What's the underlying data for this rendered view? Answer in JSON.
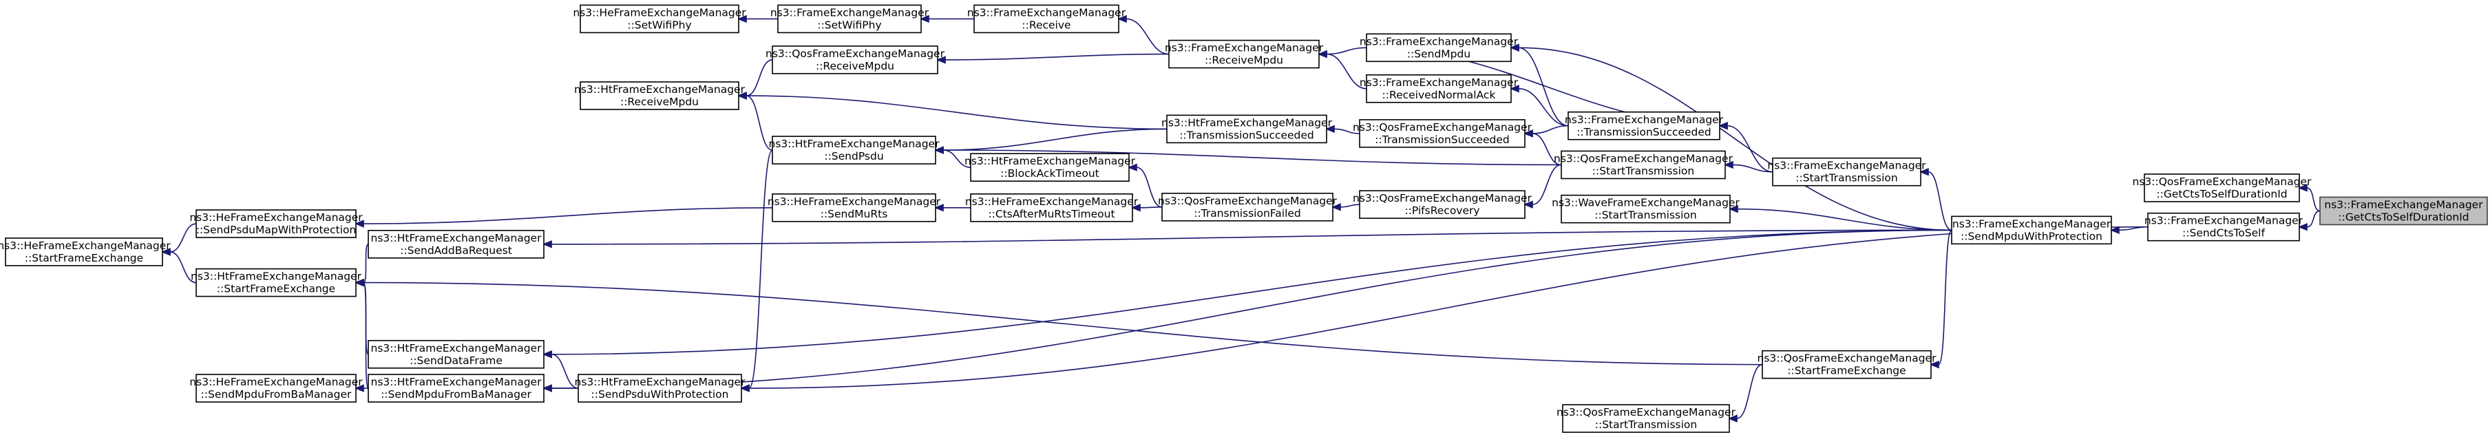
{
  "graph": {
    "type": "caller-graph",
    "colors": {
      "edge": "#191970",
      "node_border": "#000000",
      "highlight_fill": "#bfbfbf"
    },
    "nodes": [
      {
        "id": "root",
        "line1": "ns3::FrameExchangeManager",
        "line2": "::GetCtsToSelfDurationId",
        "highlight": true
      },
      {
        "id": "qosgetcts",
        "line1": "ns3::QosFrameExchangeManager",
        "line2": "::GetCtsToSelfDurationId"
      },
      {
        "id": "sendcts",
        "line1": "ns3::FrameExchangeManager",
        "line2": "::SendCtsToSelf"
      },
      {
        "id": "sendmpduwp",
        "line1": "ns3::FrameExchangeManager",
        "line2": "::SendMpduWithProtection"
      },
      {
        "id": "starttx",
        "line1": "ns3::FrameExchangeManager",
        "line2": "::StartTransmission"
      },
      {
        "id": "qosstartfe",
        "line1": "ns3::QosFrameExchangeManager",
        "line2": "::StartFrameExchange"
      },
      {
        "id": "qosstarttx2",
        "line1": "ns3::QosFrameExchangeManager",
        "line2": "::StartTransmission"
      },
      {
        "id": "txsucc",
        "line1": "ns3::FrameExchangeManager",
        "line2": "::TransmissionSucceeded"
      },
      {
        "id": "qosstarttx",
        "line1": "ns3::QosFrameExchangeManager",
        "line2": "::StartTransmission"
      },
      {
        "id": "wavestarttx",
        "line1": "ns3::WaveFrameExchangeManager",
        "line2": "::StartTransmission"
      },
      {
        "id": "sendmpdu",
        "line1": "ns3::FrameExchangeManager",
        "line2": "::SendMpdu"
      },
      {
        "id": "recvnormalack",
        "line1": "ns3::FrameExchangeManager",
        "line2": "::ReceivedNormalAck"
      },
      {
        "id": "qostxsucc",
        "line1": "ns3::QosFrameExchangeManager",
        "line2": "::TransmissionSucceeded"
      },
      {
        "id": "pifs",
        "line1": "ns3::QosFrameExchangeManager",
        "line2": "::PifsRecovery"
      },
      {
        "id": "recvmpdu",
        "line1": "ns3::FrameExchangeManager",
        "line2": "::ReceiveMpdu"
      },
      {
        "id": "httxsucc",
        "line1": "ns3::HtFrameExchangeManager",
        "line2": "::TransmissionSucceeded"
      },
      {
        "id": "qostxfail",
        "line1": "ns3::QosFrameExchangeManager",
        "line2": "::TransmissionFailed"
      },
      {
        "id": "receive",
        "line1": "ns3::FrameExchangeManager",
        "line2": "::Receive"
      },
      {
        "id": "blockack",
        "line1": "ns3::HtFrameExchangeManager",
        "line2": "::BlockAckTimeout"
      },
      {
        "id": "ctsafter",
        "line1": "ns3::HeFrameExchangeManager",
        "line2": "::CtsAfterMuRtsTimeout"
      },
      {
        "id": "setwifiphy",
        "line1": "ns3::FrameExchangeManager",
        "line2": "::SetWifiPhy"
      },
      {
        "id": "qosrecvmpdu",
        "line1": "ns3::QosFrameExchangeManager",
        "line2": "::ReceiveMpdu"
      },
      {
        "id": "htsendpsdu",
        "line1": "ns3::HtFrameExchangeManager",
        "line2": "::SendPsdu"
      },
      {
        "id": "hesendmurts",
        "line1": "ns3::HeFrameExchangeManager",
        "line2": "::SendMuRts"
      },
      {
        "id": "hesetwifiphy",
        "line1": "ns3::HeFrameExchangeManager",
        "line2": "::SetWifiPhy"
      },
      {
        "id": "htrecvmpdu",
        "line1": "ns3::HtFrameExchangeManager",
        "line2": "::ReceiveMpdu"
      },
      {
        "id": "hesendpsdumap",
        "line1": "ns3::HeFrameExchangeManager",
        "line2": "::SendPsduMapWithProtection"
      },
      {
        "id": "htsendaddba",
        "line1": "ns3::HtFrameExchangeManager",
        "line2": "::SendAddBaRequest"
      },
      {
        "id": "htstartfe",
        "line1": "ns3::HtFrameExchangeManager",
        "line2": "::StartFrameExchange"
      },
      {
        "id": "htsenddata",
        "line1": "ns3::HtFrameExchangeManager",
        "line2": "::SendDataFrame"
      },
      {
        "id": "htsendmpdufromba",
        "line1": "ns3::HtFrameExchangeManager",
        "line2": "::SendMpduFromBaManager"
      },
      {
        "id": "htsendpsduwp",
        "line1": "ns3::HtFrameExchangeManager",
        "line2": "::SendPsduWithProtection"
      },
      {
        "id": "hesendmpdufromba",
        "line1": "ns3::HeFrameExchangeManager",
        "line2": "::SendMpduFromBaManager"
      },
      {
        "id": "hestartfe",
        "line1": "ns3::HeFrameExchangeManager",
        "line2": "::StartFrameExchange"
      }
    ],
    "edges": [
      [
        "qosgetcts",
        "root"
      ],
      [
        "sendcts",
        "root"
      ],
      [
        "sendmpduwp",
        "sendcts"
      ],
      [
        "htsendpsduwp",
        "sendcts"
      ],
      [
        "starttx",
        "sendmpduwp"
      ],
      [
        "qosstartfe",
        "sendmpduwp"
      ],
      [
        "wavestarttx",
        "sendmpduwp"
      ],
      [
        "htsendaddba",
        "sendmpduwp"
      ],
      [
        "htsenddata",
        "sendmpduwp"
      ],
      [
        "htsendmpdufromba",
        "sendmpduwp"
      ],
      [
        "txsucc",
        "starttx"
      ],
      [
        "qosstarttx",
        "starttx"
      ],
      [
        "qosstarttx2",
        "qosstartfe"
      ],
      [
        "htstartfe",
        "qosstartfe"
      ],
      [
        "sendmpdu",
        "txsucc"
      ],
      [
        "recvnormalack",
        "txsucc"
      ],
      [
        "sendmpdu",
        "sendmpduwp"
      ],
      [
        "txsucc",
        "sendmpdu"
      ],
      [
        "qostxsucc",
        "qosstarttx"
      ],
      [
        "pifs",
        "qosstarttx"
      ],
      [
        "htsendpsdu",
        "qosstarttx"
      ],
      [
        "recvmpdu",
        "sendmpdu"
      ],
      [
        "recvmpdu",
        "recvnormalack"
      ],
      [
        "qostxsucc",
        "txsucc"
      ],
      [
        "httxsucc",
        "qostxsucc"
      ],
      [
        "qostxfail",
        "pifs"
      ],
      [
        "receive",
        "recvmpdu"
      ],
      [
        "qosrecvmpdu",
        "recvmpdu"
      ],
      [
        "htrecvmpdu",
        "httxsucc"
      ],
      [
        "htsendpsdu",
        "httxsucc"
      ],
      [
        "blockack",
        "qostxfail"
      ],
      [
        "ctsafter",
        "qostxfail"
      ],
      [
        "setwifiphy",
        "receive"
      ],
      [
        "htrecvmpdu",
        "qosrecvmpdu"
      ],
      [
        "htsendpsdu",
        "blockack"
      ],
      [
        "hesendmurts",
        "ctsafter"
      ],
      [
        "hesetwifiphy",
        "setwifiphy"
      ],
      [
        "htrecvmpdu",
        "htsendpsdu"
      ],
      [
        "htsendpsduwp",
        "htsendpsdu"
      ],
      [
        "hesendpsdumap",
        "hesendmurts"
      ],
      [
        "hestartfe",
        "hesendpsdumap"
      ],
      [
        "hestartfe",
        "htstartfe"
      ],
      [
        "htstartfe",
        "htsendaddba"
      ],
      [
        "htstartfe",
        "htsenddata"
      ],
      [
        "htstartfe",
        "htsendmpdufromba"
      ],
      [
        "htsenddata",
        "htsendpsduwp"
      ],
      [
        "htsendmpdufromba",
        "htsendpsduwp"
      ],
      [
        "hesendmpdufromba",
        "htsendmpdufromba"
      ]
    ]
  }
}
